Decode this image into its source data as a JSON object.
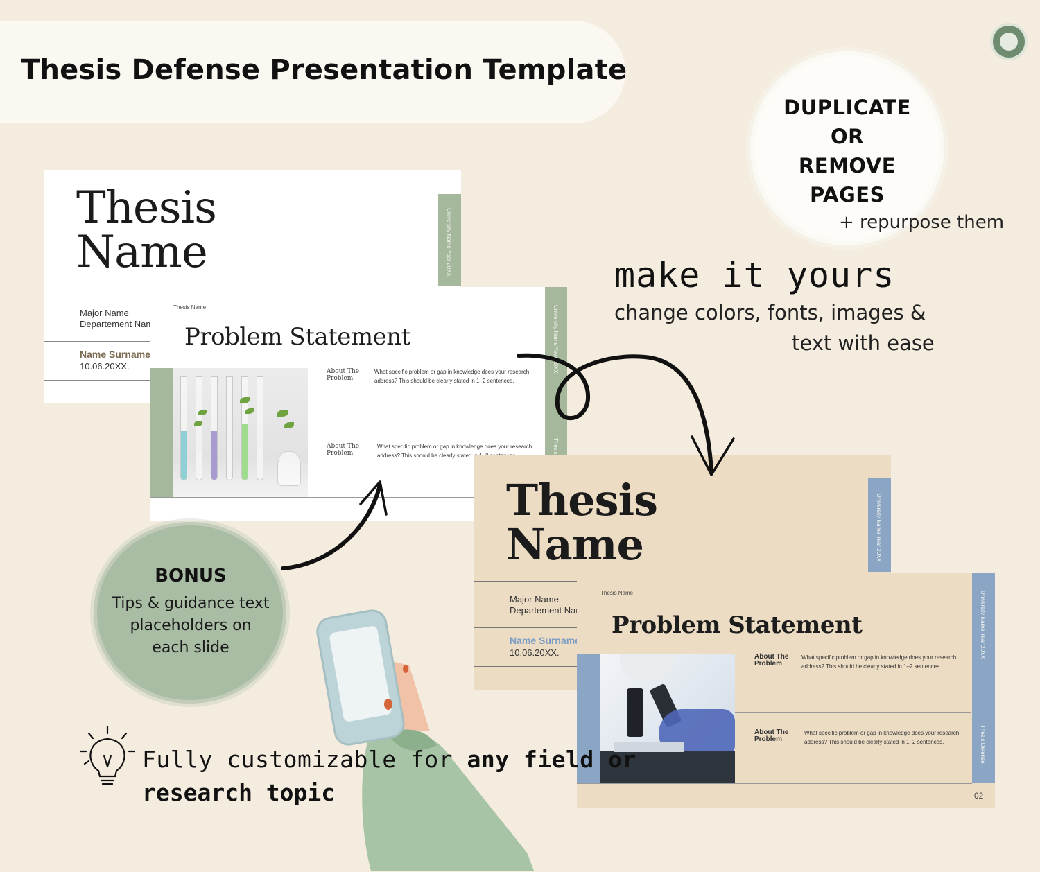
{
  "header": {
    "title": "Thesis Defense Presentation Template"
  },
  "callouts": {
    "duplicate_lines": [
      "DUPLICATE",
      "OR",
      "REMOVE",
      "PAGES"
    ],
    "repurpose": "+ repurpose them",
    "make_yours": "make it yours",
    "change_line1": "change colors, fonts, images &",
    "change_line2": "text with ease",
    "bonus_title": "BONUS",
    "bonus_lines": [
      "Tips & guidance text",
      "placeholders on",
      "each slide"
    ],
    "full_line1_regular": "Fully customizable for ",
    "full_line1_bold": "any field or",
    "full_line2": "research topic"
  },
  "slide_green_cover": {
    "title_line1": "Thesis",
    "title_line2": "Name",
    "side_label": "University Name Year 20XX",
    "major": "Major Name",
    "department": "Departement Name",
    "name": "Name Surname",
    "date": "10.06.20XX."
  },
  "slide_green_problem": {
    "small_label": "Thesis Name",
    "title": "Problem Statement",
    "side_label": "University Name Year 20XX",
    "side_label2": "Thesis Defense",
    "about1": "About The Problem",
    "desc1": "What specific problem or gap in knowledge does your research address? This should be clearly stated in 1–2 sentences.",
    "about2": "About The Problem",
    "desc2": "What specific problem or gap in knowledge does your research address? This should be clearly stated in 1–2 sentences."
  },
  "slide_blue_cover": {
    "title_line1": "Thesis",
    "title_line2": "Name",
    "side_label": "University Name Year 20XX",
    "major": "Major Name",
    "department": "Departement Name",
    "name": "Name Surname",
    "date": "10.06.20XX."
  },
  "slide_blue_problem": {
    "small_label": "Thesis Name",
    "title": "Problem Statement",
    "side_label": "University Name Year 20XX",
    "side_label2": "Thesis Defense",
    "about1": "About The Problem",
    "desc1": "What specific problem or gap in knowledge does your research address? This should be clearly stated in 1–2 sentences.",
    "about2": "About The Problem",
    "desc2": "What specific problem or gap in knowledge does your research address? This should be clearly stated in 1–2 sentences.",
    "page_number": "02"
  },
  "colors": {
    "background": "#f3ecdf",
    "sage": "#a5b89c",
    "tan": "#eddcc4",
    "blue": "#8aa6c4",
    "bonus_circle": "#a9bca4"
  },
  "icons": [
    "logo-badge-icon",
    "lightbulb-icon",
    "curved-arrow-icon",
    "loop-arrow-icon",
    "phone-hand-illustration"
  ]
}
